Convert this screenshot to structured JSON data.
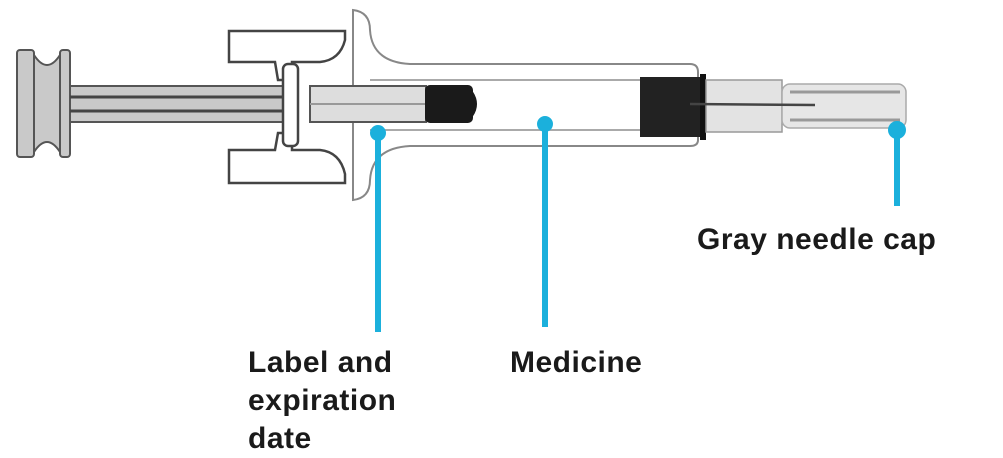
{
  "labels": {
    "needle_cap": "Gray needle cap",
    "label_line1": "Label and",
    "label_line2": "expiration",
    "label_line3": "date",
    "medicine": "Medicine"
  },
  "colors": {
    "callout": "#1bb0dc",
    "outline": "#555555",
    "gray_fill": "#c9c9c9",
    "black": "#1a1a1a"
  }
}
